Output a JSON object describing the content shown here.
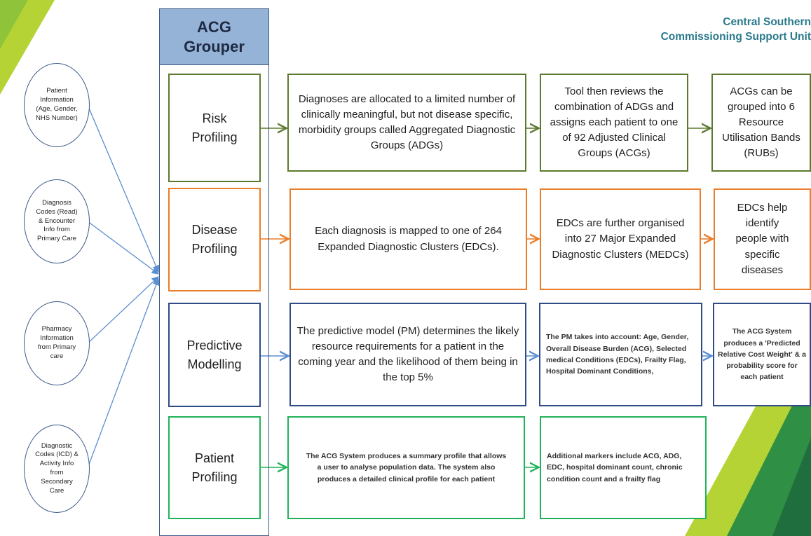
{
  "header": {
    "org_line1": "Central Southern",
    "org_line2": "Commissioning Support Unit"
  },
  "grouper": {
    "title_line1": "ACG",
    "title_line2": "Grouper"
  },
  "inputs": [
    {
      "text": "Patient Information (Age, Gender, NHS Number)"
    },
    {
      "text": "Diagnosis Codes (Read) & Encounter Info from Primary Care"
    },
    {
      "text": "Pharmacy Information from Primary care"
    },
    {
      "text": "Diagnostic Codes (ICD) & Activity Info from Secondary Care"
    }
  ],
  "rows": [
    {
      "category": "Risk Profiling",
      "step1": "Diagnoses are allocated to a limited number of clinically meaningful, but not disease specific, morbidity groups called Aggregated Diagnostic Groups (ADGs)",
      "step2": "Tool then reviews the combination of ADGs and assigns each patient to one of 92 Adjusted Clinical Groups (ACGs)",
      "step3": "ACGs can be grouped into 6 Resource Utilisation Bands (RUBs)"
    },
    {
      "category": "Disease Profiling",
      "step1": "Each diagnosis is mapped to one of 264 Expanded Diagnostic Clusters (EDCs).",
      "step2": "EDCs are further organised into 27 Major Expanded Diagnostic Clusters (MEDCs)",
      "step3": "EDCs help identify people with specific diseases"
    },
    {
      "category": "Predictive Modelling",
      "step1": "The predictive model (PM) determines the likely resource requirements for a patient in the coming year and the likelihood of them being in the top 5%",
      "step2": "The PM takes into account: Age, Gender, Overall Disease Burden (ACG), Selected medical Conditions (EDCs), Frailty Flag, Hospital Dominant Conditions,",
      "step3": "The ACG System produces a 'Predicted Relative Cost Weight' & a probability score for each patient"
    },
    {
      "category": "Patient Profiling",
      "step1": "The ACG System produces a summary profile that allows a user to analyse population data. The system also produces a detailed clinical profile for each patient",
      "step2": "Additional markers include ACG, ADG, EDC, hospital dominant count, chronic condition count and a frailty flag"
    }
  ],
  "colors": {
    "risk": "#5c7a2f",
    "disease": "#ea7d2a",
    "predictive": "#2f4c86",
    "patient": "#22b35a",
    "grouper_fill": "#95b3d7",
    "brand_text": "#2a7a8c",
    "corner_green_light": "#b5d334",
    "corner_green_dark": "#1e6f3d"
  }
}
